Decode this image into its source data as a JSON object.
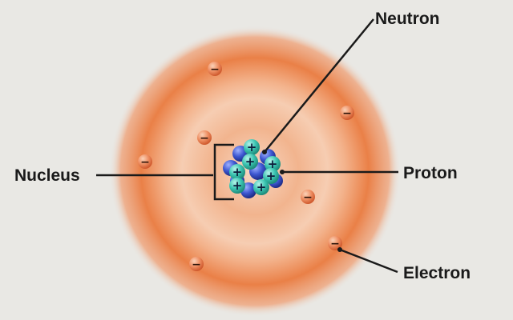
{
  "labels": {
    "neutron": "Neutron",
    "proton": "Proton",
    "nucleus": "Nucleus",
    "electron": "Electron"
  },
  "symbols": {
    "proton_charge": "+",
    "electron_charge": "−"
  },
  "colors": {
    "background": "#e9e8e4",
    "cloud": "#ea7f45",
    "electron": "#e98055",
    "proton": "#3cc5b2",
    "neutron": "#3d57d1",
    "line": "#1a1a1a"
  }
}
